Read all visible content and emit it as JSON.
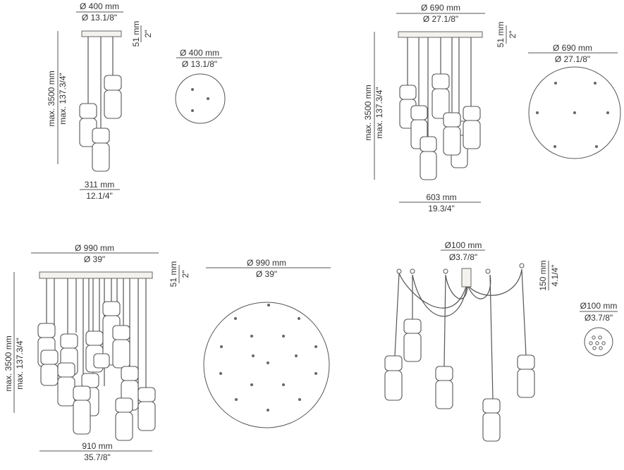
{
  "configs": [
    {
      "id": "three-pendant",
      "canopy_dim": {
        "mm": "Ø 400 mm",
        "in": "Ø 13.1/8\""
      },
      "canopy_height": {
        "mm": "51 mm",
        "in": "2\""
      },
      "drop": {
        "mm": "max. 3500 mm",
        "in": "max. 137.3/4\""
      },
      "spread": {
        "mm": "311 mm",
        "in": "12.1/4\""
      },
      "plan_dim": {
        "mm": "Ø 400 mm",
        "in": "Ø 13.1/8\""
      }
    },
    {
      "id": "seven-pendant",
      "canopy_dim": {
        "mm": "Ø 690 mm",
        "in": "Ø 27.1/8\""
      },
      "canopy_height": {
        "mm": "51 mm",
        "in": "2\""
      },
      "drop": {
        "mm": "max. 3500 mm",
        "in": "max. 137.3/4\""
      },
      "spread": {
        "mm": "603 mm",
        "in": "19.3/4\""
      },
      "plan_dim": {
        "mm": "Ø 690 mm",
        "in": "Ø 27.1/8\""
      }
    },
    {
      "id": "fifteen-pendant",
      "canopy_dim": {
        "mm": "Ø 990 mm",
        "in": "Ø 39\""
      },
      "canopy_height": {
        "mm": "51 mm",
        "in": "2\""
      },
      "drop": {
        "mm": "max. 3500 mm",
        "in": "max. 137.3/4\""
      },
      "spread": {
        "mm": "910 mm",
        "in": "35.7/8\""
      },
      "plan_dim": {
        "mm": "Ø 990 mm",
        "in": "Ø 39\""
      }
    },
    {
      "id": "spider-pendant",
      "canopy_dim": {
        "mm": "Ø100 mm",
        "in": "Ø3.7/8\""
      },
      "canopy_height": {
        "mm": "150 mm",
        "in": "4.1/4\""
      },
      "plan_dim": {
        "mm": "Ø100 mm",
        "in": "Ø3.7/8\""
      }
    }
  ]
}
